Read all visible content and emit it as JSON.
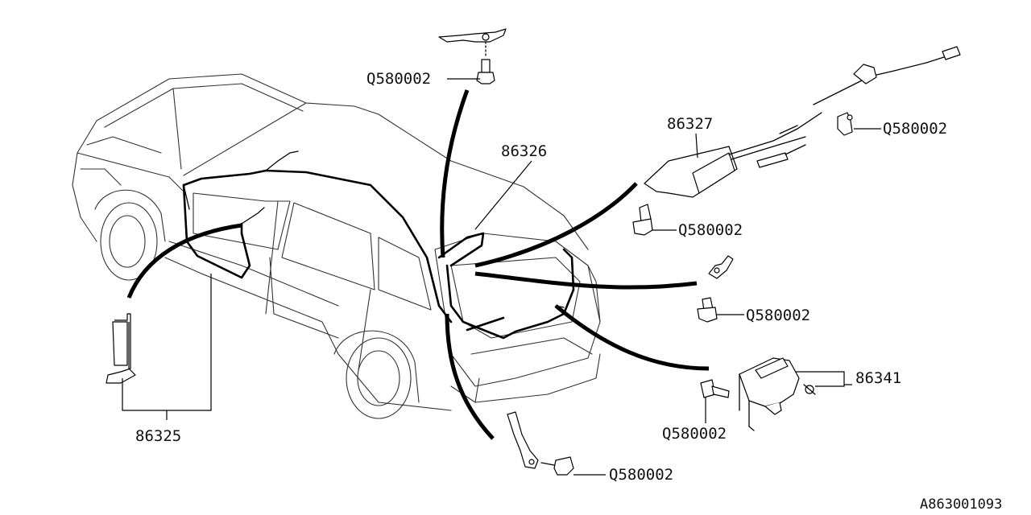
{
  "labels": {
    "p86325": "86325",
    "p86326": "86326",
    "p86327": "86327",
    "p86341": "86341",
    "bolt_top": "Q580002",
    "bolt_right_top": "Q580002",
    "bolt_mid": "Q580002",
    "bolt_right_mid": "Q580002",
    "bolt_lower": "Q580002",
    "bolt_bottom": "Q580002"
  },
  "reference": "A863001093"
}
